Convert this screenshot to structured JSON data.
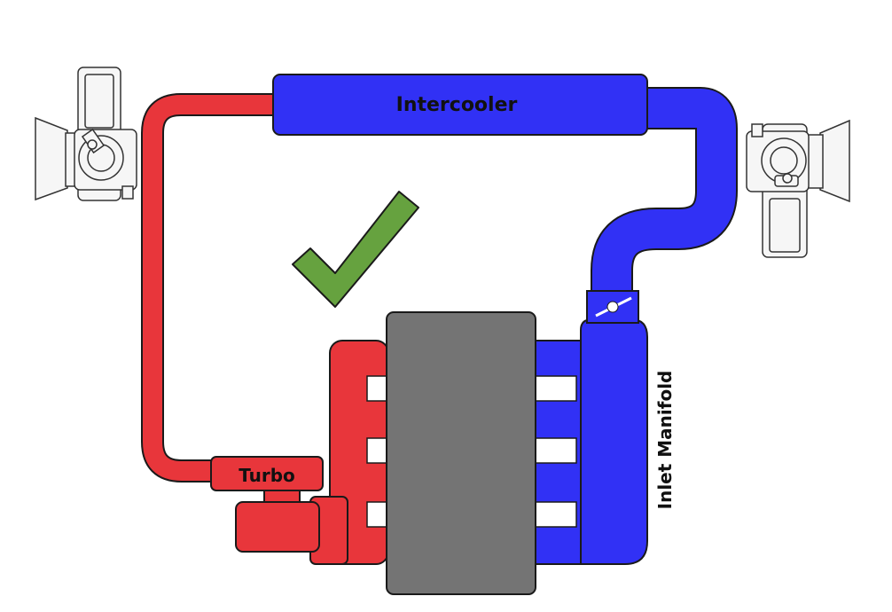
{
  "labels": {
    "intercooler": "Intercooler",
    "turbo": "Turbo",
    "inlet_manifold": "Inlet Manifold"
  },
  "colors": {
    "hot_side": "#e8363b",
    "cold_side": "#3131f5",
    "engine_block": "#747474",
    "check_mark": "#66a23f",
    "outline": "#1a1a1a"
  },
  "icons": {
    "left_valve": "blow-off-valve-icon",
    "right_valve": "blow-off-valve-icon",
    "throttle": "throttle-body-icon",
    "status": "check-mark-icon"
  }
}
